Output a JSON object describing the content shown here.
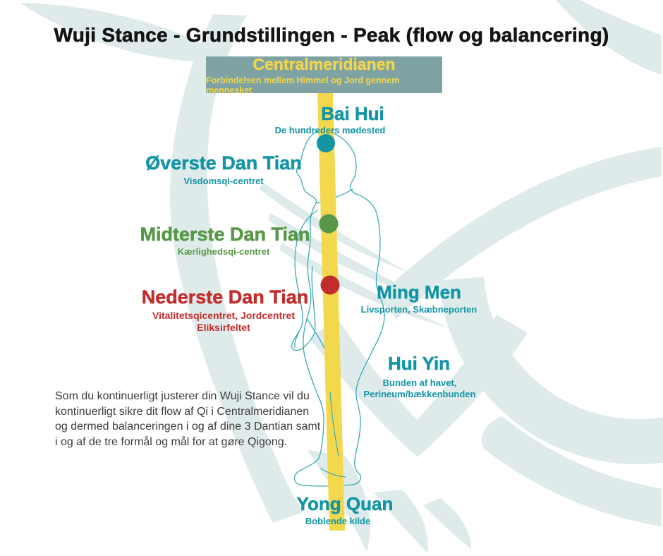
{
  "title": "Wuji Stance - Grundstillingen - Peak (flow og balancering)",
  "banner": {
    "title": "Centralmeridianen",
    "subtitle": "Forbindelsen mellem Himmel og Jord gennem mennesket"
  },
  "points": {
    "bai_hui": {
      "name": "Bai Hui",
      "desc": "De hundreders mødested"
    },
    "overste": {
      "name": "Øverste Dan Tian",
      "desc": "Visdomsqi-centret"
    },
    "midterste": {
      "name": "Midterste Dan Tian",
      "desc": "Kærlighedsqi-centret"
    },
    "nederste": {
      "name": "Nederste Dan Tian",
      "desc1": "Vitalitetsqicentret, Jordcentret",
      "desc2": "Eliksirfeltet"
    },
    "ming_men": {
      "name": "Ming Men",
      "desc": "Livsporten, Skæbneporten"
    },
    "hui_yin": {
      "name": "Hui Yin",
      "desc1": "Bunden af havet,",
      "desc2": "Perineum/bækkenbunden"
    },
    "yong_quan": {
      "name": "Yong Quan",
      "desc": "Boblende kilde"
    }
  },
  "body_text": "Som du kontinuerligt justerer din Wuji Stance vil du kontinuerligt sikre dit flow af Qi i Centralmeridianen og dermed balanceringen i og af dine 3 Dantian samt i og af de tre formål og mål for at gøre Qigong.",
  "colors": {
    "title": "#141414",
    "paragraph": "#3C3C3C",
    "teal": "#1295A5",
    "green": "#579745",
    "red": "#C22D2B",
    "yellow": "#F3D84D",
    "banner_bg": "#7FA3A3",
    "banner_text": "#F2D64B",
    "outline": "#3BA9B6",
    "watermark": "#DFEBEB"
  }
}
